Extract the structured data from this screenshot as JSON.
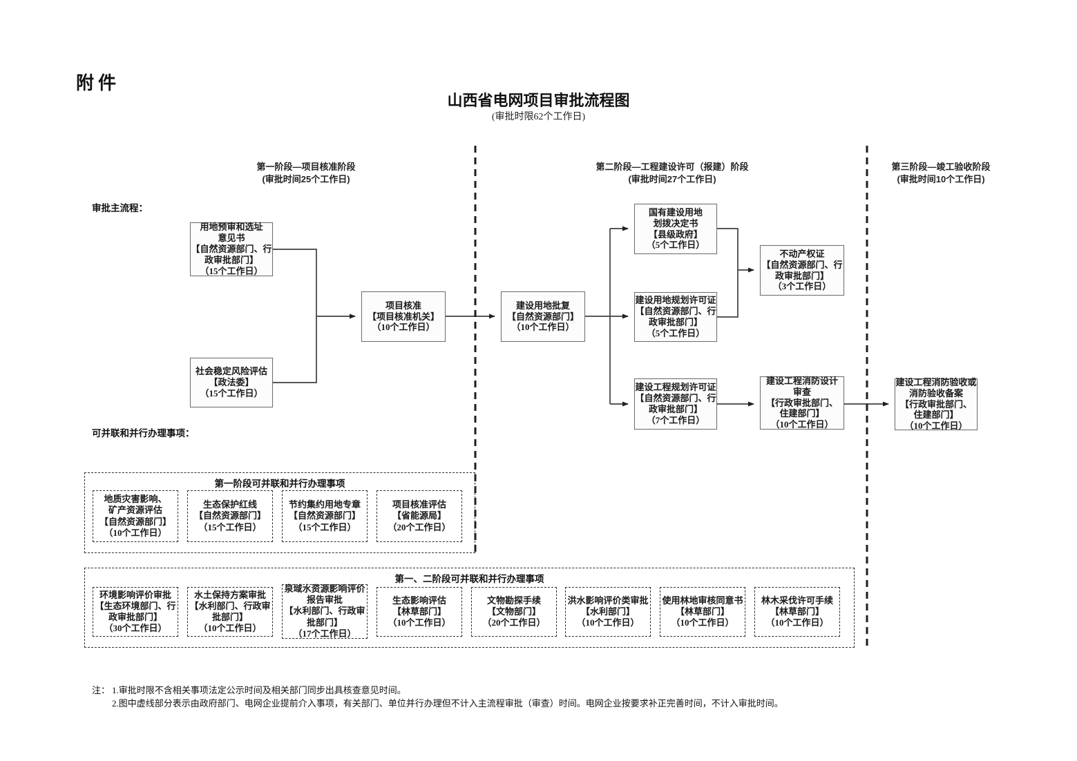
{
  "page": {
    "attachment": "附件",
    "title": "山西省电网项目审批流程图",
    "subtitle": "(审批时限62个工作日)"
  },
  "stages": [
    {
      "header": "第一阶段—项目核准阶段\n(审批时间25个工作日)"
    },
    {
      "header": "第二阶段—工程建设许可（报建）阶段\n(审批时间27个工作日)"
    },
    {
      "header": "第三阶段—竣工验收阶段\n(审批时间10个工作日)"
    }
  ],
  "labels": {
    "main_flow": "审批主流程：",
    "parallel": "可并联和并行办理事项："
  },
  "main_boxes": [
    {
      "text": "用地预审和选址\n意见书\n【自然资源部门、行\n政审批部门】\n（15个工作日）"
    },
    {
      "text": "社会稳定风险评估\n【政法委】\n（15个工作日）"
    },
    {
      "text": "项目核准\n【项目核准机关】\n（10个工作日）"
    },
    {
      "text": "建设用地批复\n【自然资源部门】\n（10个工作日）"
    },
    {
      "text": "国有建设用地\n划拨决定书\n【县级政府】\n（5个工作日）"
    },
    {
      "text": "不动产权证\n【自然资源部门、行\n政审批部门】\n（3个工作日）"
    },
    {
      "text": "建设用地规划许可证\n【自然资源部门、行\n政审批部门】\n（5个工作日）"
    },
    {
      "text": "建设工程规划许可证\n【自然资源部门、行\n政审批部门】\n（7个工作日）"
    },
    {
      "text": "建设工程消防设计\n审查\n【行政审批部门、\n住建部门】\n（10个工作日）"
    },
    {
      "text": "建设工程消防验收或\n消防验收备案\n【行政审批部门、\n住建部门】\n（10个工作日）"
    }
  ],
  "group1": {
    "title": "第一阶段可并联和并行办理事项",
    "boxes": [
      {
        "text": "地质灾害影响、\n矿产资源评估\n【自然资源部门】\n（10个工作日）"
      },
      {
        "text": "生态保护红线\n【自然资源部门】\n（15个工作日）"
      },
      {
        "text": "节约集约用地专章\n【自然资源部门】\n（15个工作日）"
      },
      {
        "text": "项目核准评估\n【省能源局】\n（20个工作日）"
      }
    ]
  },
  "group2": {
    "title": "第一、二阶段可并联和并行办理事项",
    "boxes": [
      {
        "text": "环境影响评价审批\n【生态环境部门、行\n政审批部门】\n（30个工作日）"
      },
      {
        "text": "水土保持方案审批\n【水利部门、行政审\n批部门】\n（10个工作日）"
      },
      {
        "text": "泉域水资源影响评价\n报告审批\n【水利部门、行政审\n批部门】\n（17个工作日）"
      },
      {
        "text": "生态影响评估\n【林草部门】\n（10个工作日）"
      },
      {
        "text": "文物勘探手续\n【文物部门】\n（20个工作日）"
      },
      {
        "text": "洪水影响评价类审批\n【水利部门】\n（10个工作日）"
      },
      {
        "text": "使用林地审核同意书\n【林草部门】\n（10个工作日）"
      },
      {
        "text": "林木采伐许可手续\n【林草部门】\n（10个工作日）"
      }
    ]
  },
  "notes": {
    "label": "注：",
    "items": [
      "1.审批时限不含相关事项法定公示时间及相关部门同步出具核查意见时间。",
      "2.图中虚线部分表示由政府部门、电网企业提前介入事项，有关部门、单位并行办理但不计入主流程审批（审查）时间。电网企业按要求补正完善时间，不计入审批时间。"
    ]
  }
}
